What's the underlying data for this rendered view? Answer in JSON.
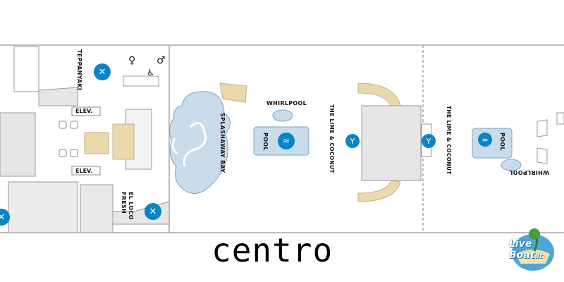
{
  "labels": {
    "teppanyaki": "TEPPANYAKI",
    "whirlpool_top": "WHIRLPOOL",
    "whirlpool_right": "WHIRLPOOL",
    "splashaway_bay": "SPLASHAWAY BAY",
    "pool_center": "POOL",
    "pool_right": "POOL",
    "lime_coconut_1": "THE LIME & COCONUT",
    "lime_coconut_2": "THE LIME & COCONUT",
    "elev_upper": "ELEV.",
    "elev_lower": "ELEV.",
    "el_loco_fresh": "EL LOCO FRESH"
  },
  "caption": "centro",
  "watermark": {
    "line1": "Live",
    "line2": "Boat",
    "suffix": ".it"
  },
  "icons": {
    "restaurant": "fork-knife-icon",
    "pool": "pool-wave-icon",
    "bar": "cocktail-glass-icon",
    "restroom": "restroom-people-icon"
  },
  "colors": {
    "accent_blue": "#0a84c6",
    "pool_fill": "#c9dcec",
    "stairs_fill": "#e9d9ad",
    "wall": "#9a9a9a",
    "area_fill": "#e6e6e6"
  }
}
